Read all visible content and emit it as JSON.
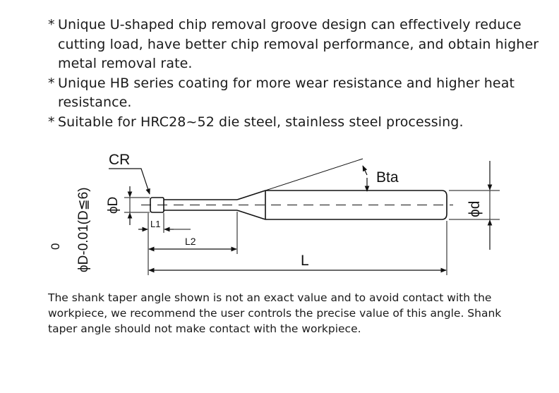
{
  "features": [
    "Unique U-shaped chip removal groove design can effectively reduce cutting load, have better chip removal performance, and obtain higher metal removal rate.",
    "Unique HB series coating for more wear resistance and higher heat resistance.",
    "Suitable for HRC28~52 die steel, stainless steel processing."
  ],
  "feature_marker": "*",
  "diagram": {
    "tolerance_zero": "0",
    "tolerance_label": "ϕD-0.01(D≦6)",
    "cr_label": "CR",
    "phi_D_label": "ϕD",
    "phi_d_label": "ϕd",
    "l1_label": "L1",
    "l2_label": "L2",
    "l_label": "L",
    "bta_label": "Bta"
  },
  "note": "The shank taper angle shown is not an exact value and to avoid contact with the workpiece, we recommend the user controls the precise value of this angle. Shank taper angle should not make contact with the workpiece."
}
